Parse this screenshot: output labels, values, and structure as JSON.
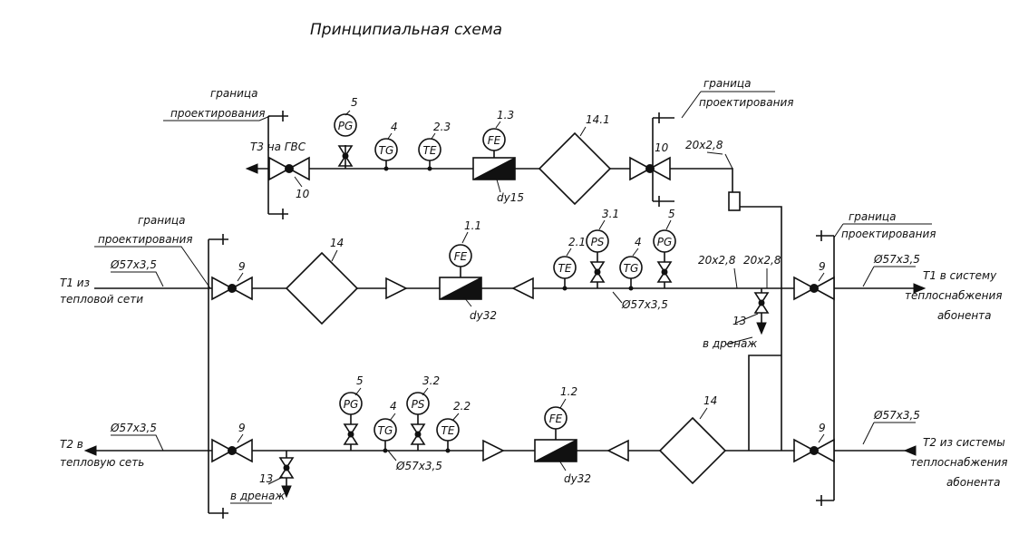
{
  "title": "Принципиальная схема",
  "border_label_1": "граница",
  "border_label_2": "проектирования",
  "t3": "Т3 на ГВС",
  "t1_in_1": "Т1 из",
  "t1_in_2": "тепловой сети",
  "t1_out_1": "Т1 в систему",
  "t1_out_2": "теплоснабжения",
  "t1_out_3": "абонента",
  "t2_out_1": "Т2 в",
  "t2_out_2": "тепловую сеть",
  "t2_in_1": "Т2 из системы",
  "t2_in_2": "теплоснабжения",
  "t2_in_3": "абонента",
  "pipe_57": "Ø57х3,5",
  "pipe_20": "20х2,8",
  "drain": "в дренаж",
  "dy15": "dy15",
  "dy32": "dy32",
  "instruments": {
    "PG": "PG",
    "TG": "TG",
    "TE": "TE",
    "FE": "FE",
    "PS": "PS"
  },
  "pos": {
    "p1_1": "1.1",
    "p1_2": "1.2",
    "p1_3": "1.3",
    "p2_1": "2.1",
    "p2_2": "2.2",
    "p2_3": "2.3",
    "p3_1": "3.1",
    "p3_2": "3.2",
    "p4": "4",
    "p5": "5",
    "p9": "9",
    "p10": "10",
    "p13": "13",
    "p14": "14",
    "p14_1": "14.1"
  }
}
